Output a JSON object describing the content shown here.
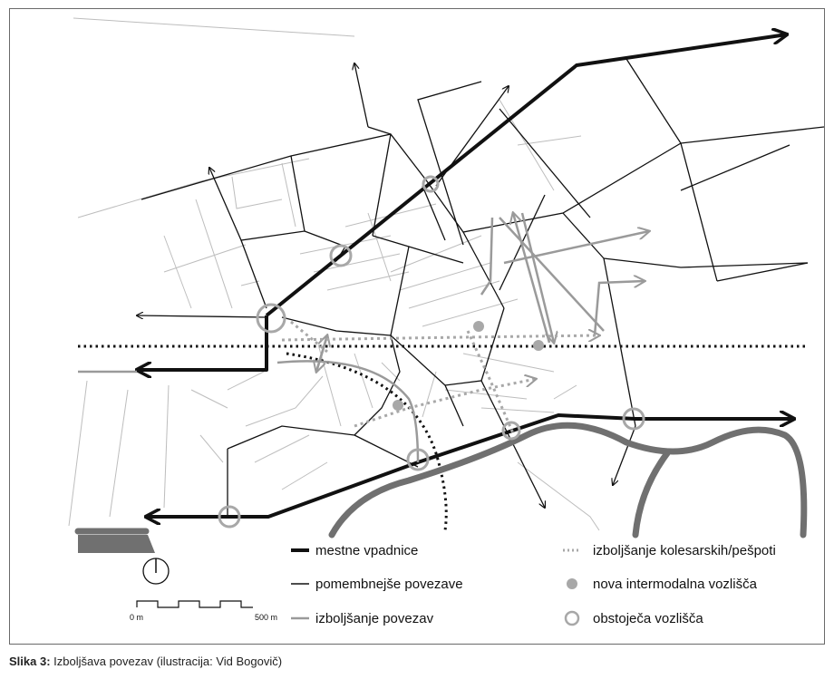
{
  "legend": {
    "items": [
      {
        "label": "mestne vpadnice",
        "symbol": "thick-black-line"
      },
      {
        "label": "pomembnejše povezave",
        "symbol": "thin-black-line"
      },
      {
        "label": "izboljšanje povezav",
        "symbol": "grey-line"
      },
      {
        "label": "izboljšanje kolesarskih/pešpoti",
        "symbol": "dotted-grey-line"
      },
      {
        "label": "nova intermodalna vozlišča",
        "symbol": "grey-dot"
      },
      {
        "label": "obstoječa vozlišča",
        "symbol": "open-circle"
      }
    ]
  },
  "scale": {
    "start_label": "0 m",
    "end_label": "500 m"
  },
  "caption": {
    "prefix": "Slika 3:",
    "text": " Izboljšava povezav (ilustracija: Vid Bogovič)"
  },
  "colors": {
    "major": "#111111",
    "minor_streets": "#b8b8b8",
    "improvement": "#9a9a9a",
    "river": "#6f6f6f",
    "nodes": "#a8a8a8"
  }
}
